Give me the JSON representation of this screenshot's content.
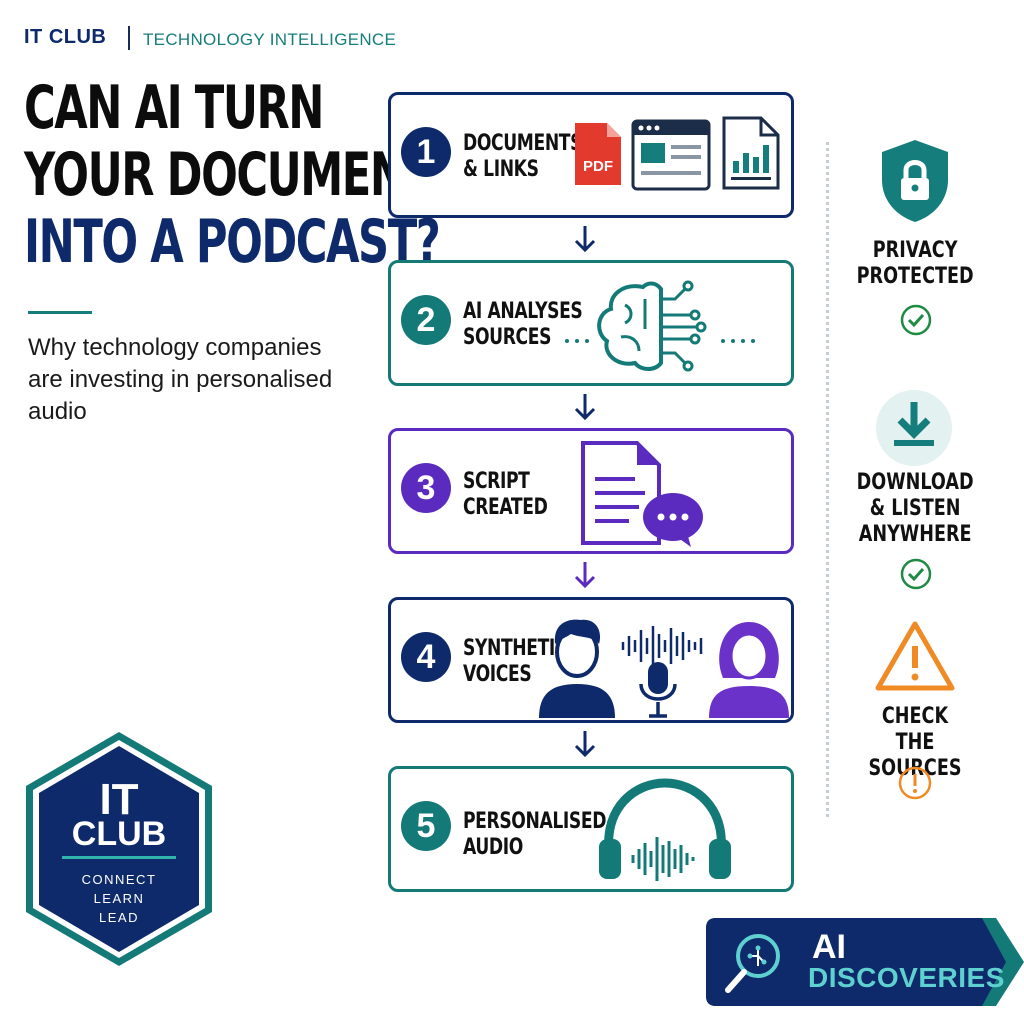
{
  "header": {
    "brand": "IT CLUB",
    "subtitle": "TECHNOLOGY INTELLIGENCE"
  },
  "headline": {
    "line1": "CAN AI TURN",
    "line2": "YOUR DOCUMENTS",
    "line3": "INTO A PODCAST?"
  },
  "intro": "Why technology companies are investing in personalised audio",
  "steps": [
    {
      "number": "1",
      "label": "DOCUMENTS\n& LINKS",
      "color": "#0e2a6b",
      "icons": [
        "pdf-icon",
        "webpage-icon",
        "report-chart-icon"
      ],
      "pdf_text": "PDF"
    },
    {
      "number": "2",
      "label": "AI ANALYSES\nSOURCES",
      "color": "#147a78",
      "icons": [
        "ai-brain-icon"
      ]
    },
    {
      "number": "3",
      "label": "SCRIPT\nCREATED",
      "color": "#5b2bc0",
      "icons": [
        "script-document-icon",
        "chat-bubble-icon"
      ]
    },
    {
      "number": "4",
      "label": "SYNTHETIC\nVOICES",
      "color": "#0e2a6b",
      "icons": [
        "male-voice-icon",
        "microphone-icon",
        "female-voice-icon",
        "sound-wave-icon"
      ]
    },
    {
      "number": "5",
      "label": "PERSONALISED\nAUDIO",
      "color": "#147a78",
      "icons": [
        "headphones-icon",
        "sound-wave-icon"
      ]
    }
  ],
  "side": [
    {
      "label": "PRIVACY\nPROTECTED",
      "icon": "shield-lock-icon",
      "status_icon": "check-circle-icon",
      "color": "#157d7c"
    },
    {
      "label": "DOWNLOAD\n& LISTEN\nANYWHERE",
      "icon": "download-icon",
      "status_icon": "check-circle-icon",
      "color": "#157d7c"
    },
    {
      "label": "CHECK\nTHE SOURCES",
      "icon": "warning-triangle-icon",
      "status_icon": "exclamation-circle-icon",
      "color": "#f08a24"
    }
  ],
  "badge": {
    "line1": "IT",
    "line2": "CLUB",
    "mottos": [
      "CONNECT",
      "LEARN",
      "LEAD"
    ]
  },
  "ai_discoveries": {
    "line1": "AI",
    "line2": "DISCOVERIES",
    "icon": "ai-search-icon"
  },
  "colors": {
    "navy": "#0e2a6b",
    "teal": "#157d7c",
    "purple": "#5b2bc0",
    "orange": "#f08a24"
  }
}
